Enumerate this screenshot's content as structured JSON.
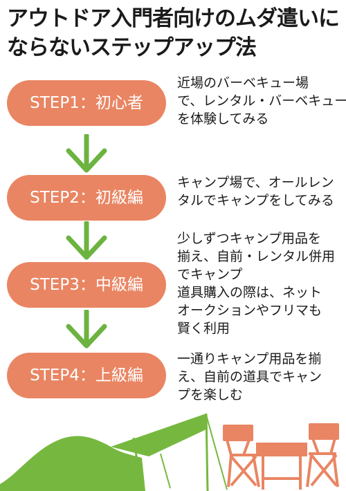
{
  "title": {
    "line1": "アウトドア入門者向けのムダ遣いに",
    "line2": "ならないステップアップ法"
  },
  "steps": [
    {
      "label": "STEP1：初心者",
      "lines": [
        "近場のバーベキュー場",
        "で、レンタル・バーベキュー",
        "を体験してみる"
      ]
    },
    {
      "label": "STEP2：初級編",
      "lines": [
        "キャンプ場で、オールレン",
        "タルでキャンプをしてみる"
      ]
    },
    {
      "label": "STEP3：中級編",
      "lines": [
        "少しずつキャンプ用品を",
        "揃え、自前・レンタル併用",
        "でキャンプ",
        "道具購入の際は、ネット",
        "オークションやフリマも",
        "賢く利用"
      ]
    },
    {
      "label": "STEP4：上級編",
      "lines": [
        "一通りキャンプ用品を揃",
        "え、自前の道具でキャン",
        "プを楽しむ"
      ]
    }
  ],
  "colors": {
    "step_fill": "#e98563",
    "arrow": "#6cb33f",
    "tent": "#76b83f",
    "furniture": "#e98563"
  },
  "icons": [
    "arrow-down-icon",
    "tent-icon",
    "tarp-icon",
    "chair-icon",
    "table-icon"
  ]
}
